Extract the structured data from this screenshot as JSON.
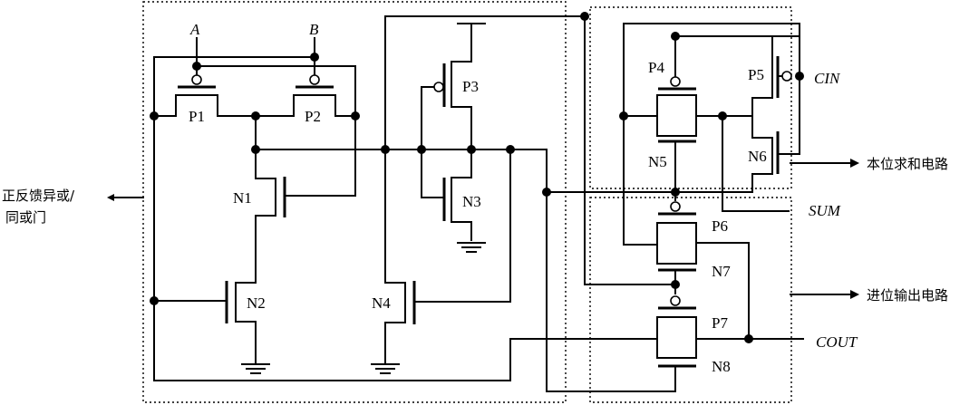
{
  "inputs": {
    "a": "A",
    "b": "B",
    "cin": "CIN"
  },
  "outputs": {
    "sum": "SUM",
    "cout": "COUT"
  },
  "transistors": {
    "p1": "P1",
    "p2": "P2",
    "p3": "P3",
    "p4": "P4",
    "p5": "P5",
    "p6": "P6",
    "p7": "P7",
    "n1": "N1",
    "n2": "N2",
    "n3": "N3",
    "n4": "N4",
    "n5": "N5",
    "n6": "N6",
    "n7": "N7",
    "n8": "N8"
  },
  "blocks": {
    "xor_line1": "正反馈异或/",
    "xor_line2": "同或门",
    "sum_circuit": "本位求和电路",
    "carry_circuit": "进位输出电路"
  }
}
